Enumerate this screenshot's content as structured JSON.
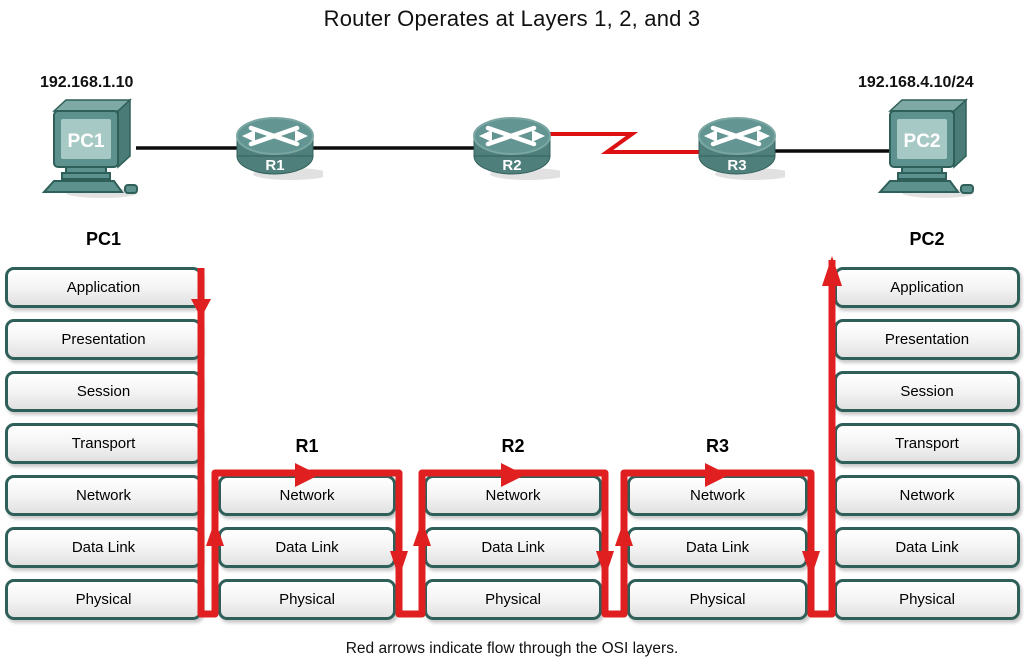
{
  "title": "Router Operates at Layers 1, 2, and 3",
  "caption": "Red arrows indicate flow through the OSI layers.",
  "topology": {
    "pc1": {
      "label": "PC1",
      "ip": "192.168.1.10"
    },
    "r1": {
      "label": "R1"
    },
    "r2": {
      "label": "R2"
    },
    "r3": {
      "label": "R3"
    },
    "pc2": {
      "label": "PC2",
      "ip": "192.168.4.10/24"
    },
    "links": [
      {
        "from": "PC1",
        "to": "R1",
        "type": "ethernet",
        "color": "#0c0c0c"
      },
      {
        "from": "R1",
        "to": "R2",
        "type": "ethernet",
        "color": "#0c0c0c"
      },
      {
        "from": "R2",
        "to": "R3",
        "type": "serial",
        "color": "#dd1111"
      },
      {
        "from": "R3",
        "to": "PC2",
        "type": "ethernet",
        "color": "#0c0c0c"
      }
    ]
  },
  "stacks": [
    {
      "label": "PC1",
      "layers": [
        "Application",
        "Presentation",
        "Session",
        "Transport",
        "Network",
        "Data Link",
        "Physical"
      ]
    },
    {
      "label": "R1",
      "layers": [
        "Network",
        "Data Link",
        "Physical"
      ]
    },
    {
      "label": "R2",
      "layers": [
        "Network",
        "Data Link",
        "Physical"
      ]
    },
    {
      "label": "R3",
      "layers": [
        "Network",
        "Data Link",
        "Physical"
      ]
    },
    {
      "label": "PC2",
      "layers": [
        "Application",
        "Presentation",
        "Session",
        "Transport",
        "Network",
        "Data Link",
        "Physical"
      ]
    }
  ],
  "colors": {
    "flow_red": "#e02020",
    "serial_link_red": "#dd1111",
    "device_teal": "#5d918e",
    "layer_border_teal": "#2f5f59"
  }
}
